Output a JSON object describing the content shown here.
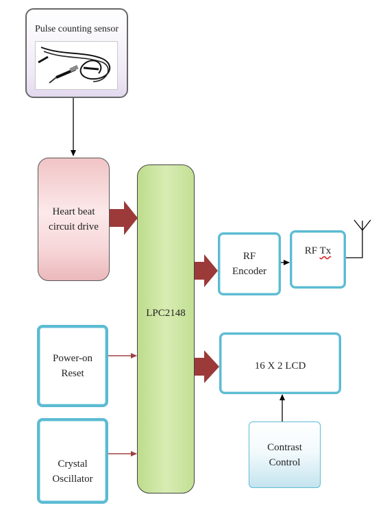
{
  "blocks": {
    "sensor": {
      "title": "Pulse counting sensor"
    },
    "heart_beat": {
      "line1": "Heart beat",
      "line2": "circuit drive"
    },
    "mcu": {
      "label": "LPC2148"
    },
    "power_on_reset": {
      "line1": "Power-on",
      "line2": "Reset"
    },
    "crystal": {
      "line1": "Crystal",
      "line2": "Oscillator"
    },
    "rf_encoder": {
      "line1": "RF",
      "line2": "Encoder"
    },
    "rf_tx": {
      "label_prefix": "RF ",
      "label_suffix": "Tx"
    },
    "lcd": {
      "label": "16 X 2 LCD"
    },
    "contrast": {
      "line1": "Contrast",
      "line2": "Control"
    }
  },
  "colors": {
    "block_arrow": "#9c3a3a",
    "thin_arrow_red": "#a04040",
    "connector": "#000000",
    "blue_border": "#5bbbd2",
    "mcu_green": "#c8e3a0"
  }
}
